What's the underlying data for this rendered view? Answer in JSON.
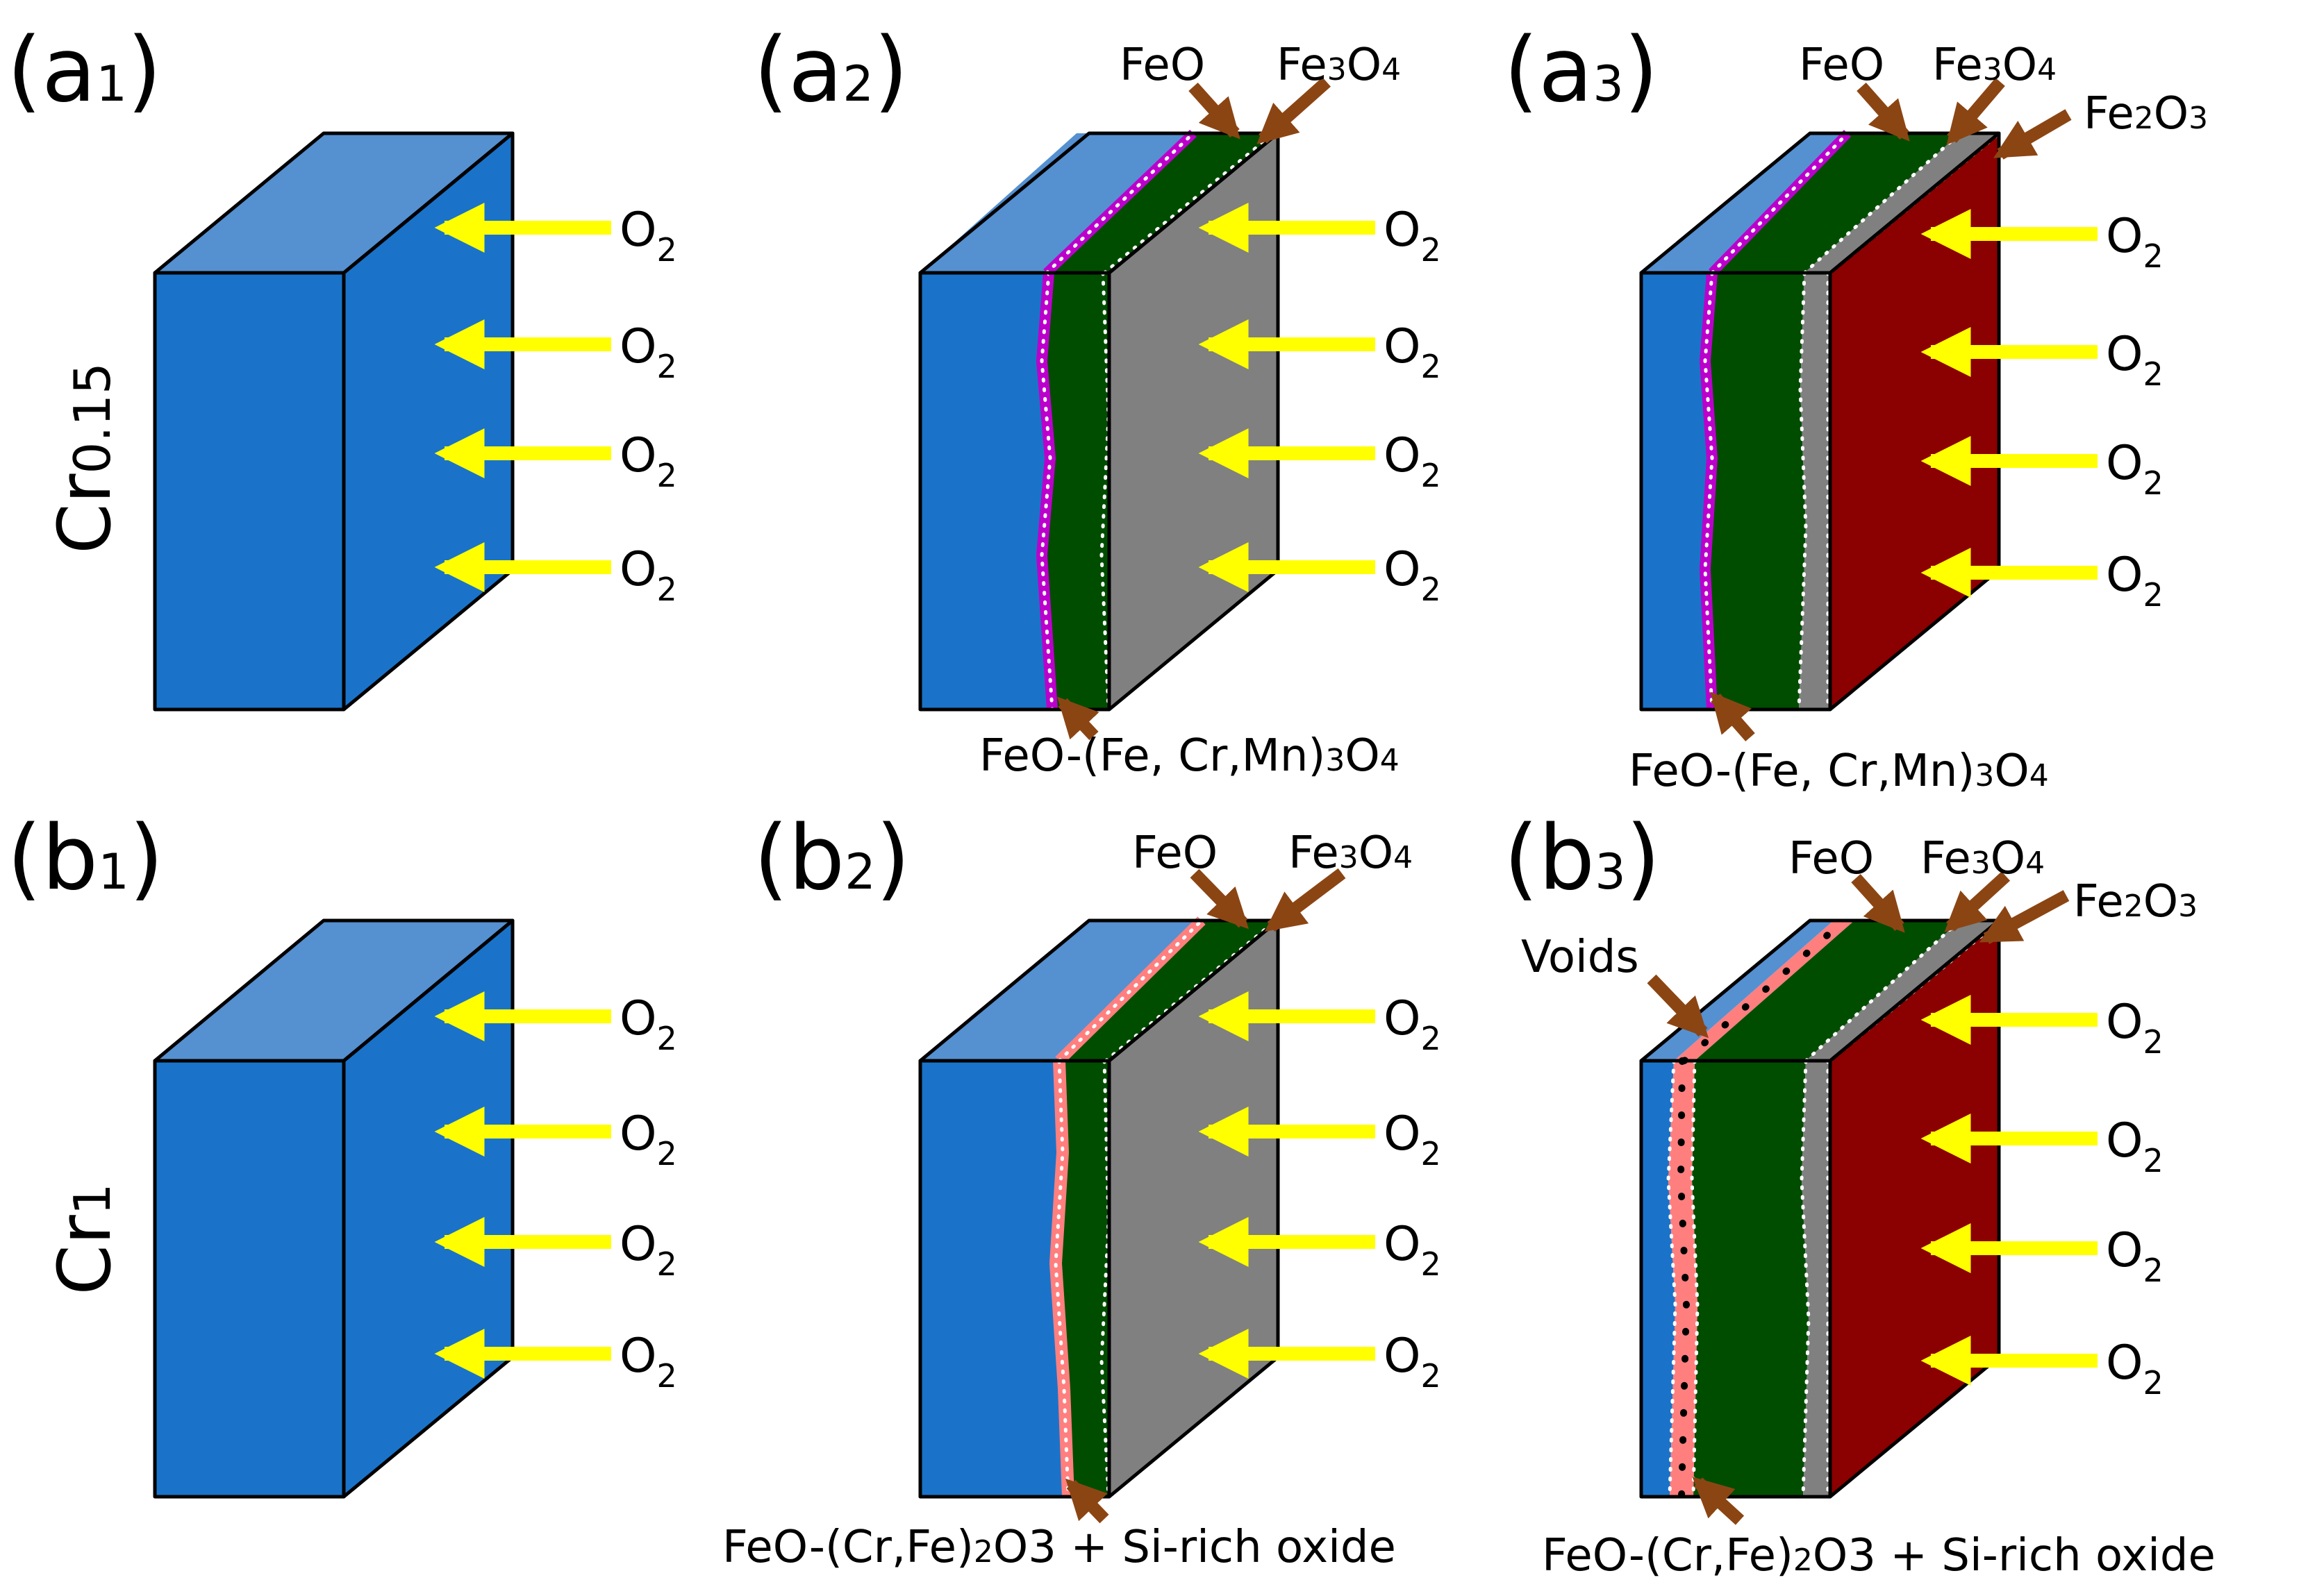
{
  "colors": {
    "substrate_front": "#1a73c9",
    "substrate_top": "#5590d1",
    "feo": "#004d00",
    "fe3o4": "#808080",
    "fe2o3": "#8b0000",
    "spinel": "#bb00cc",
    "si_oxide": "#ff7f7f",
    "o2_arrow": "#ffff00",
    "pointer_arrow": "#8b4513"
  },
  "rows": {
    "a": {
      "label_main": "Cr",
      "label_sub": "0.15"
    },
    "b": {
      "label_main": "Cr",
      "label_sub": "1"
    }
  },
  "panels": {
    "a1": {
      "letter": "a",
      "sub": "1"
    },
    "a2": {
      "letter": "a",
      "sub": "2"
    },
    "a3": {
      "letter": "a",
      "sub": "3"
    },
    "b1": {
      "letter": "b",
      "sub": "1"
    },
    "b2": {
      "letter": "b",
      "sub": "2"
    },
    "b3": {
      "letter": "b",
      "sub": "3"
    }
  },
  "o2_label": {
    "main": "O",
    "sub": "2"
  },
  "oxides": {
    "feo": "FeO",
    "fe3o4": {
      "p1": "Fe",
      "s1": "3",
      "p2": "O",
      "s2": "4"
    },
    "fe2o3": {
      "p1": "Fe",
      "s1": "2",
      "p2": "O",
      "s2": "3"
    },
    "spinel": {
      "p1": "FeO-(Fe, Cr,Mn)",
      "s1": "3",
      "p2": "O",
      "s2": "4"
    },
    "si_rich": {
      "p1": "FeO-(Cr,Fe)",
      "s1": "2",
      "p2": "O",
      "s2": "3 + Si-rich oxide"
    },
    "voids": "Voids"
  }
}
